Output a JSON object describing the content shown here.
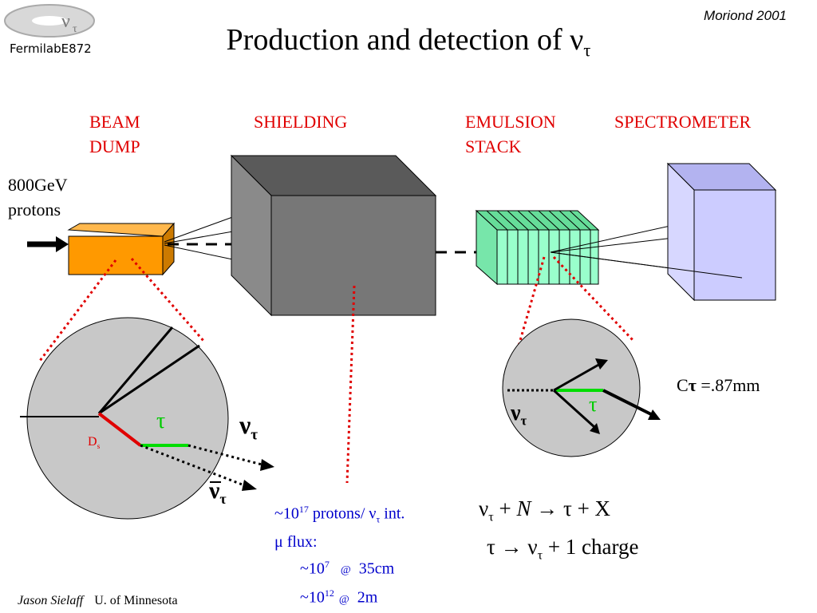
{
  "header": {
    "logo_label": "FermilabE872",
    "conference": "Moriond 2001",
    "title_main": "Production and detection  of  ",
    "title_nu": "ν",
    "title_tau": "τ"
  },
  "stations": {
    "beam_dump": [
      "BEAM",
      "DUMP"
    ],
    "shielding": "SHIELDING",
    "emulsion": [
      "EMULSION",
      "STACK"
    ],
    "spectrometer": "SPECTROMETER"
  },
  "beam": [
    "800GeV",
    "protons"
  ],
  "left_zoom": {
    "tau": "τ",
    "ds_main": "D",
    "ds_sub": "s",
    "nu": "ν",
    "nu_sub": "τ",
    "nubar": "ν",
    "nubar_sub": "τ"
  },
  "right_zoom": {
    "nu": "ν",
    "nu_sub": "τ",
    "tau": "τ",
    "ctau_c": "C",
    "ctau_tau": "τ",
    "ctau_val": " =.87mm"
  },
  "flux": {
    "line1_a": "~10",
    "line1_sup": "17",
    "line1_b": " protons/ ν",
    "line1_sub": "τ",
    "line1_c": " int.",
    "line2": "μ flux:",
    "line3_a": "~10",
    "line3_sup": "7",
    "line3_at": "@",
    "line3_b": "35cm",
    "line4_a": "~10",
    "line4_sup": "12",
    "line4_at": "@",
    "line4_b": "2m"
  },
  "reactions": {
    "r1_nu": "ν",
    "r1_nu_sub": "τ",
    "r1_plus": " + ",
    "r1_N": "N",
    "r1_rest": " → τ + X",
    "r2_tau": "τ → ν",
    "r2_sub": "τ",
    "r2_rest": " + 1 charge"
  },
  "footer": {
    "author": "Jason Sielaff",
    "affiliation": "U. of  Minnesota"
  },
  "colors": {
    "labels": "#e00000",
    "flux_text": "#0000cc",
    "tau_track": "#00cc00",
    "ds_track": "#e00000",
    "beam_dump": "#ff9900",
    "emulsion": "#99ffcc",
    "spectrometer": "#ccccff",
    "shielding": "#777777"
  }
}
